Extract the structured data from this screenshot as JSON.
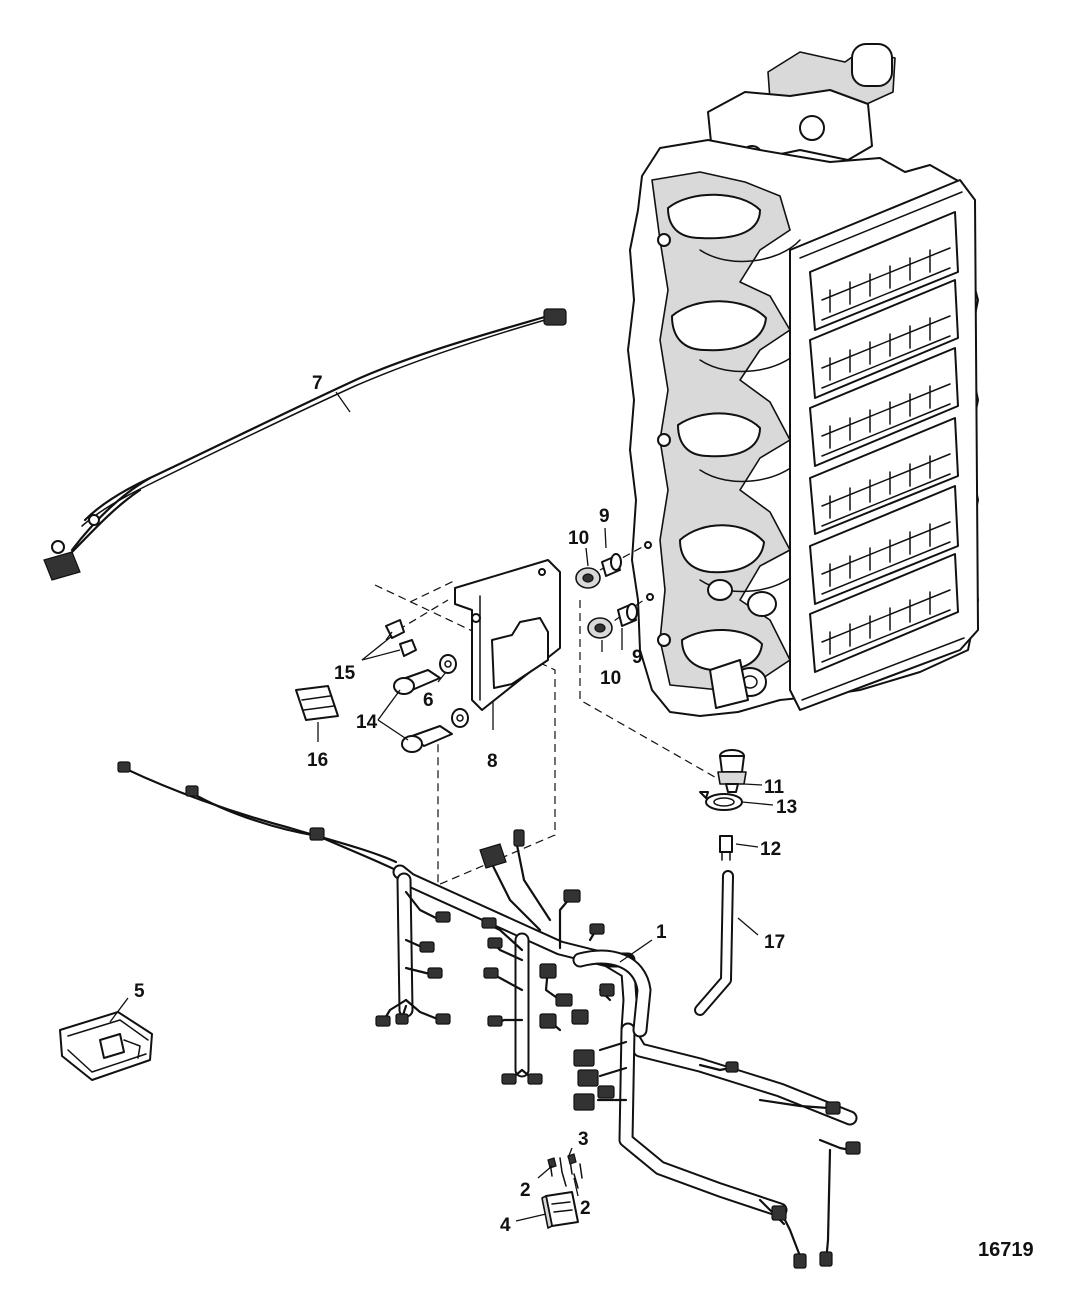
{
  "figure": {
    "number": "16719"
  },
  "callouts": {
    "c1": "1",
    "c2a": "2",
    "c2b": "2",
    "c3": "3",
    "c4": "4",
    "c5": "5",
    "c6": "6",
    "c7": "7",
    "c8": "8",
    "c9a": "9",
    "c9b": "9",
    "c10a": "10",
    "c10b": "10",
    "c11": "11",
    "c12": "12",
    "c13": "13",
    "c14": "14",
    "c15": "15",
    "c16": "16",
    "c17": "17"
  },
  "colors": {
    "line": "#111111",
    "shade": "#d9d9d9",
    "background": "#ffffff"
  }
}
